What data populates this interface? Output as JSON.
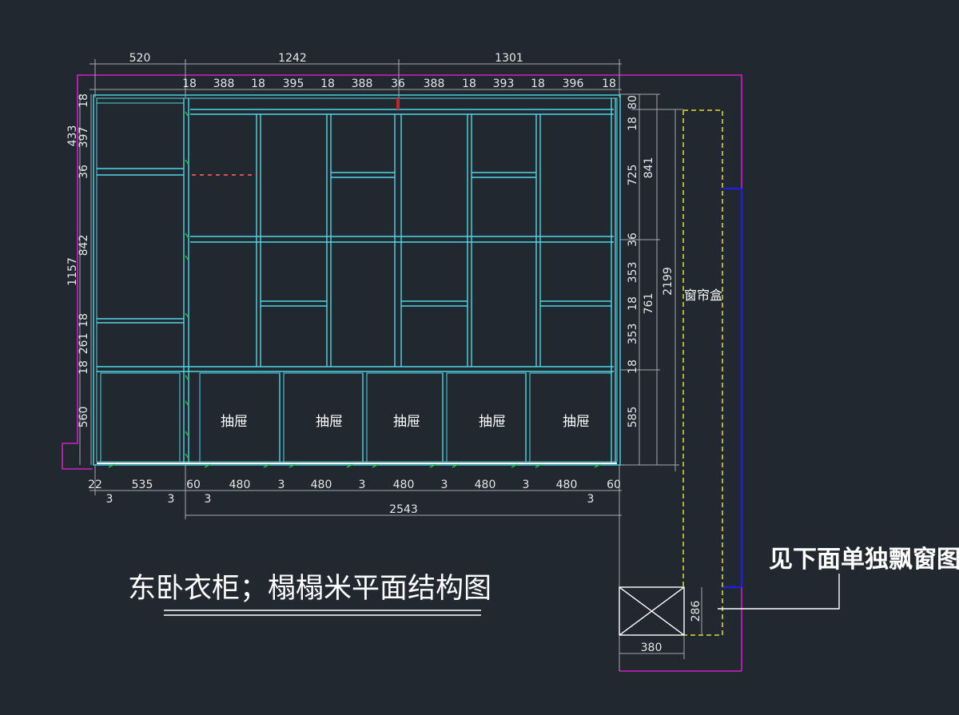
{
  "title": "东卧衣柜；榻榻米平面结构图",
  "note": "见下面单独飘窗图",
  "curtain_box": "窗帘盒",
  "drawer_label": "抽屉",
  "colors": {
    "background": "#212830",
    "cabinet": "#4fd8e6",
    "dimension": "#a8a8a8",
    "outline": "#d11fc6",
    "curtain": "#e6dc2e",
    "window": "#2020d8"
  },
  "dims_top_overall": [
    "520",
    "1242",
    "1301"
  ],
  "dims_top_detail": [
    "18",
    "388",
    "18",
    "395",
    "18",
    "388",
    "36",
    "388",
    "18",
    "393",
    "18",
    "396",
    "18"
  ],
  "dims_bottom": [
    "22",
    "535",
    "60",
    "480",
    "3",
    "480",
    "3",
    "480",
    "3",
    "480",
    "3",
    "480",
    "60"
  ],
  "dims_bottom_small": [
    "3",
    "3",
    "3",
    "3"
  ],
  "dim_bottom_total": "2543",
  "dims_left": [
    "18",
    "397",
    "36",
    "842",
    "18",
    "261",
    "18",
    "560"
  ],
  "dims_left_outer": [
    "433",
    "1157"
  ],
  "dims_right": [
    "80",
    "18",
    "725",
    "36",
    "353",
    "18",
    "353",
    "18",
    "585"
  ],
  "dims_right_outer": [
    "841",
    "761",
    "2199"
  ],
  "box_dims": [
    "286",
    "380"
  ]
}
